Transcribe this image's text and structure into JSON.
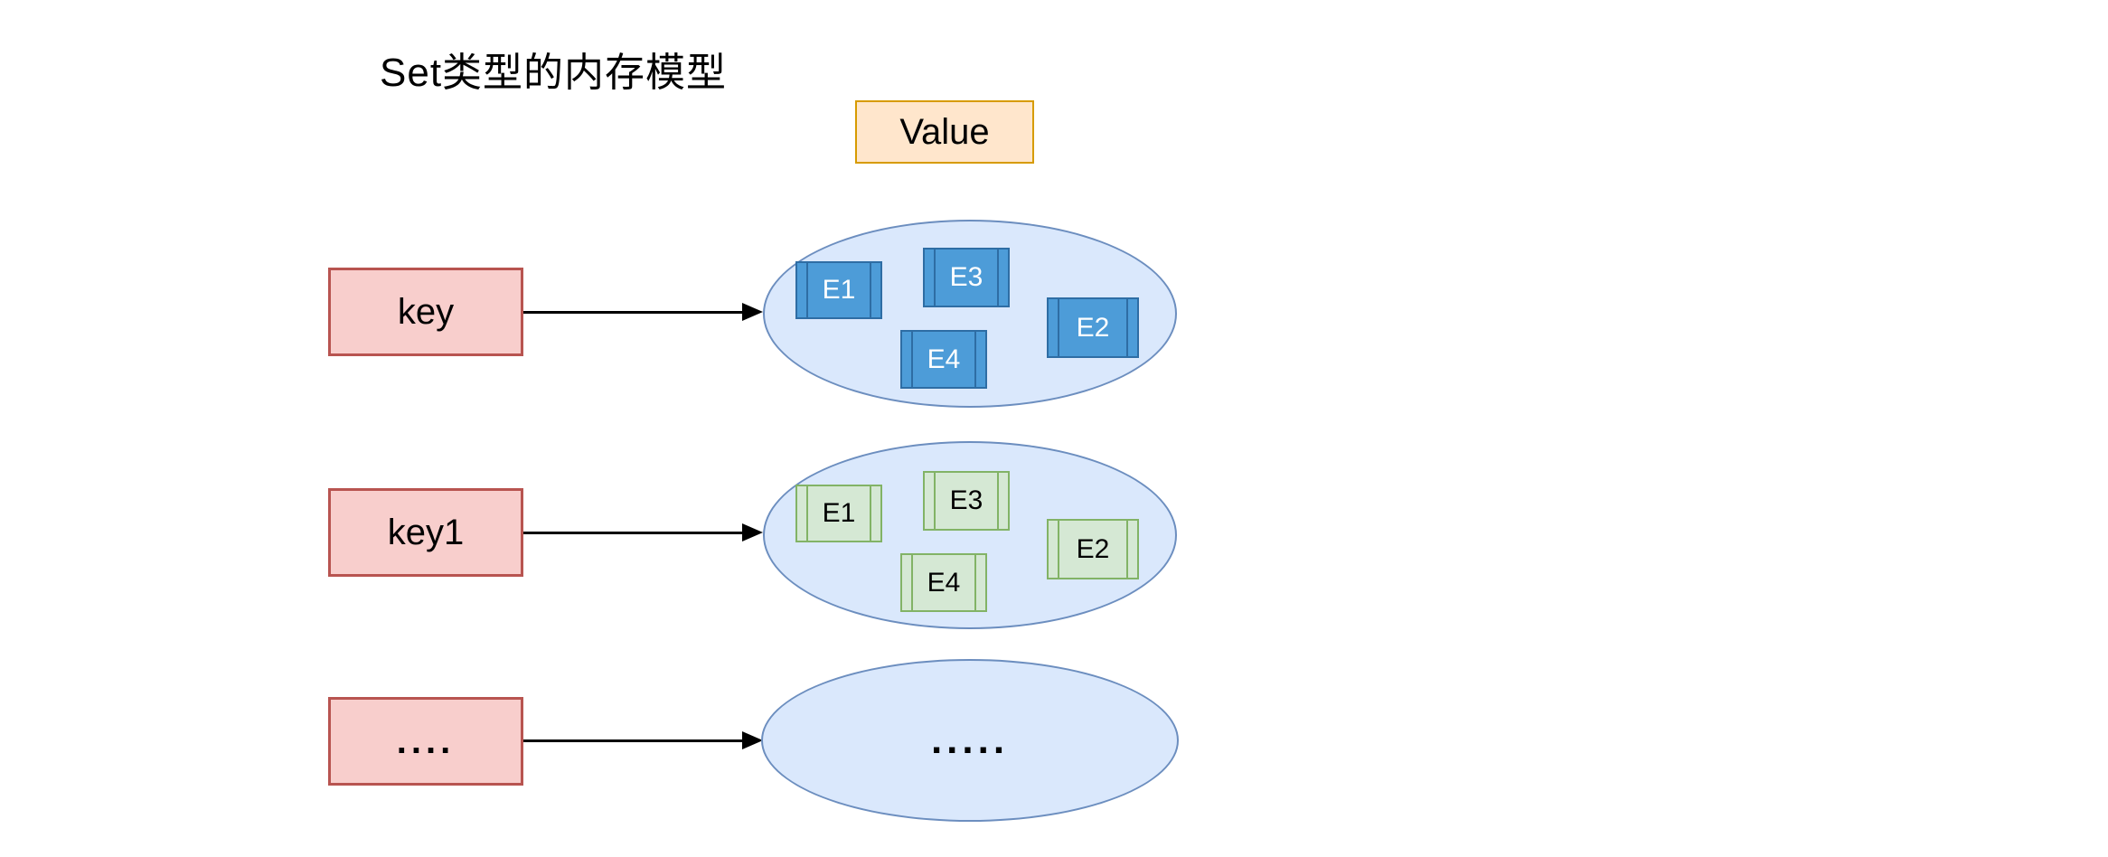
{
  "title": "Set类型的内存模型",
  "value_box": {
    "label": "Value"
  },
  "rows": [
    {
      "key_label": "key",
      "variant": "blue",
      "elements": [
        {
          "label": "E1"
        },
        {
          "label": "E3"
        },
        {
          "label": "E4"
        },
        {
          "label": "E2"
        }
      ]
    },
    {
      "key_label": "key1",
      "variant": "green",
      "elements": [
        {
          "label": "E1"
        },
        {
          "label": "E3"
        },
        {
          "label": "E4"
        },
        {
          "label": "E2"
        }
      ]
    },
    {
      "key_label": "....",
      "variant": "empty",
      "ellipsis_label": "....."
    }
  ],
  "colors": {
    "value_fill": "#FFE6CC",
    "value_stroke": "#D79B00",
    "key_fill": "#F8CECC",
    "key_stroke": "#B85450",
    "ellipse_fill": "#DAE8FC",
    "ellipse_stroke": "#6C8EBF",
    "element_blue_fill": "#4D9CD8",
    "element_blue_stroke": "#2E6DA4",
    "element_blue_text": "#FFFFFF",
    "element_green_fill": "#D5E8D4",
    "element_green_stroke": "#82B366",
    "element_green_text": "#000000",
    "arrow": "#000000",
    "background": "#FFFFFF"
  }
}
